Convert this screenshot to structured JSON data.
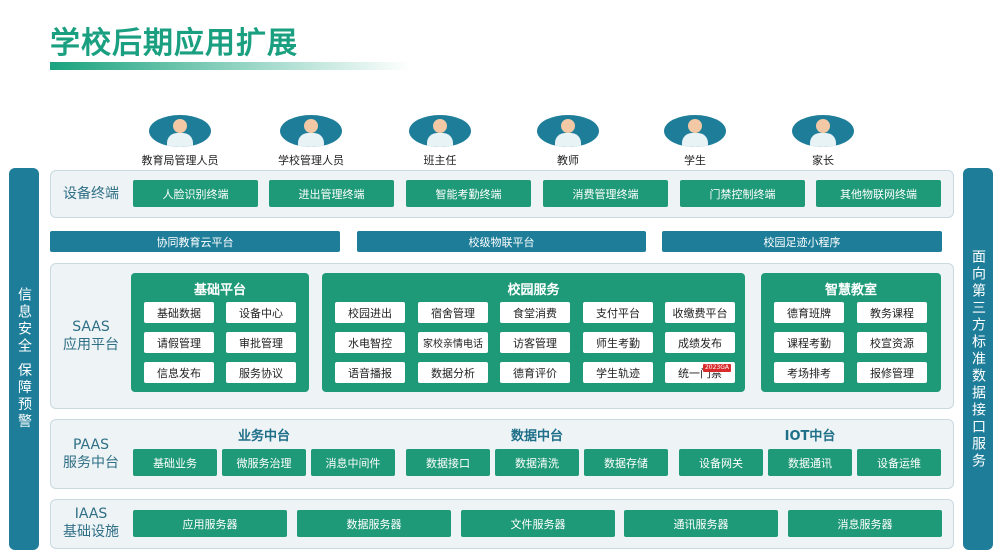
{
  "title": "学校后期应用扩展",
  "left_side_text": "信息安全 保障预警",
  "right_side_text": "面向第三方标准数据接口服务",
  "roles": [
    "教育局管理人员",
    "学校管理人员",
    "班主任",
    "教师",
    "学生",
    "家长"
  ],
  "device_terminal": {
    "label": "设备终端",
    "items": [
      "人脸识别终端",
      "进出管理终端",
      "智能考勤终端",
      "消费管理终端",
      "门禁控制终端",
      "其他物联网终端"
    ]
  },
  "platform_bars": [
    "协同教育云平台",
    "校级物联平台",
    "校园足迹小程序"
  ],
  "saas": {
    "label_line1": "SAAS",
    "label_line2": "应用平台",
    "groups": [
      {
        "title": "基础平台",
        "items": [
          "基础数据",
          "设备中心",
          "请假管理",
          "审批管理",
          "信息发布",
          "服务协议"
        ]
      },
      {
        "title": "校园服务",
        "items": [
          "校园进出",
          "宿舍管理",
          "食堂消费",
          "支付平台",
          "收缴费平台",
          "水电智控",
          "家校亲情电话",
          "访客管理",
          "师生考勤",
          "成绩发布",
          "语音播报",
          "数据分析",
          "德育评价",
          "学生轨迹",
          "统一门禁"
        ],
        "badge": "2023GA"
      },
      {
        "title": "智慧教室",
        "items": [
          "德育班牌",
          "教务课程",
          "课程考勤",
          "校宣资源",
          "考场排考",
          "报修管理"
        ]
      }
    ]
  },
  "paas": {
    "label_line1": "PAAS",
    "label_line2": "服务中台",
    "groups": [
      {
        "title": "业务中台",
        "items": [
          "基础业务",
          "微服务治理",
          "消息中间件"
        ]
      },
      {
        "title": "数据中台",
        "items": [
          "数据接口",
          "数据清洗",
          "数据存储"
        ]
      },
      {
        "title": "IOT中台",
        "items": [
          "设备网关",
          "数据通讯",
          "设备运维"
        ]
      }
    ]
  },
  "iaas": {
    "label_line1": "IAAS",
    "label_line2": "基础设施",
    "items": [
      "应用服务器",
      "数据服务器",
      "文件服务器",
      "通讯服务器",
      "消息服务器"
    ]
  },
  "colors": {
    "teal": "#1f9a78",
    "blue": "#1e7e9a",
    "panel_bg": "#eef3f6"
  }
}
